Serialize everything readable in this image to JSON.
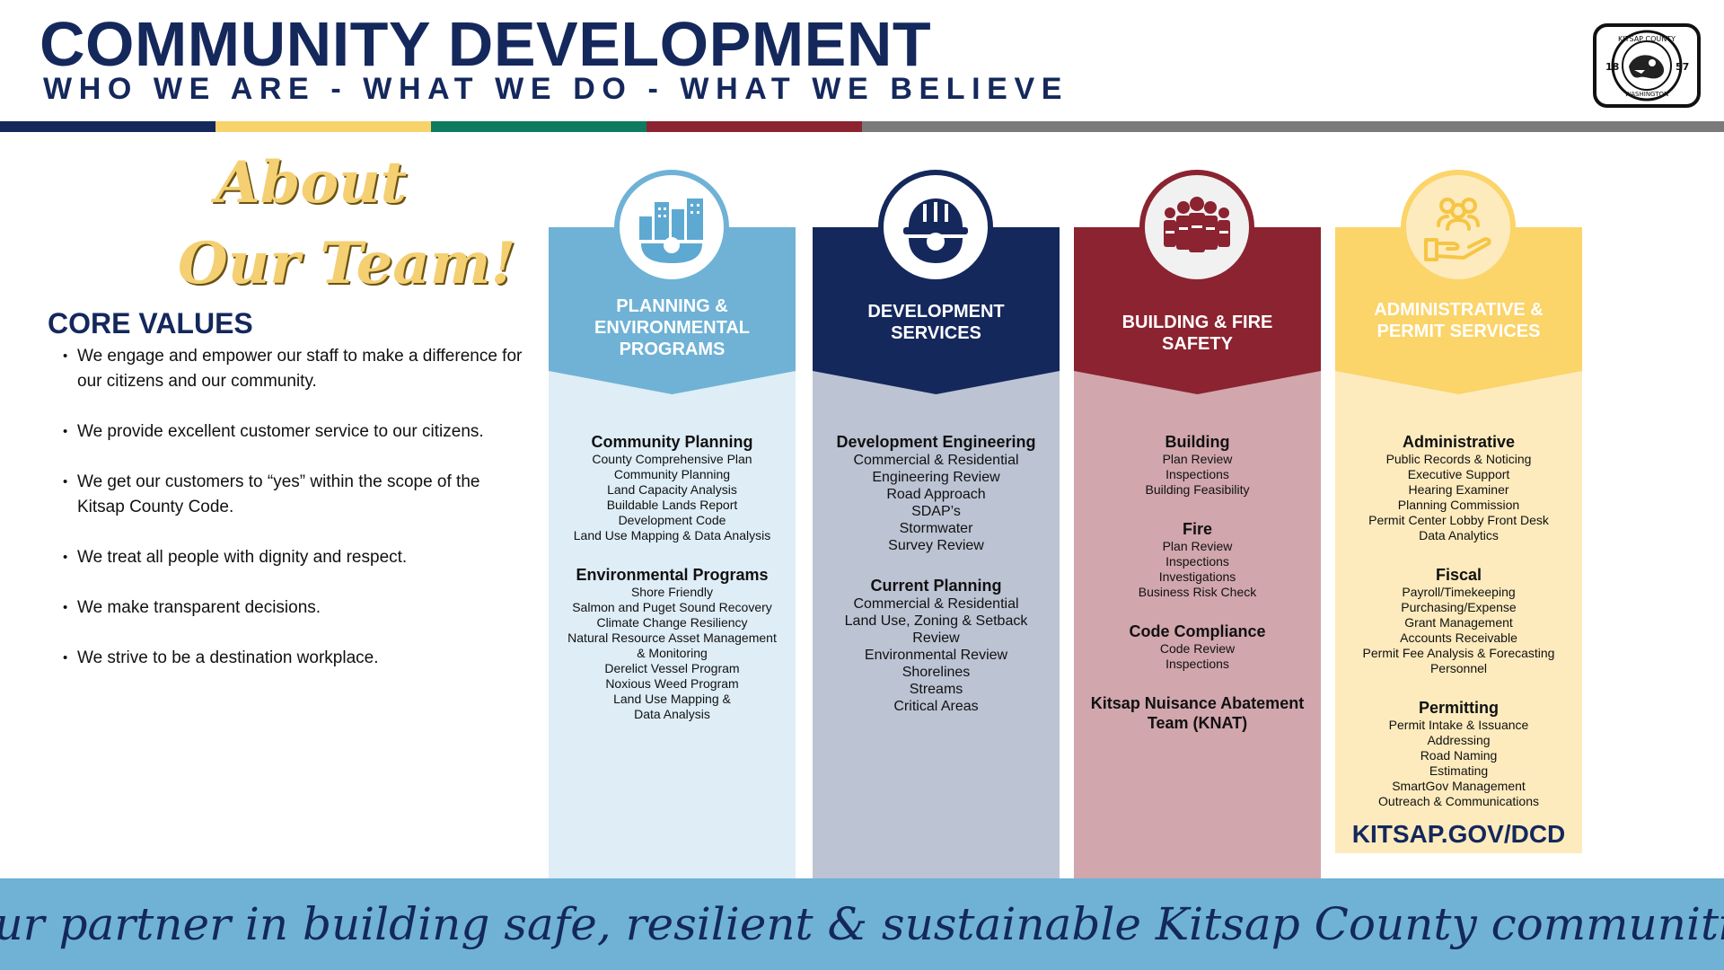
{
  "header": {
    "title": "COMMUNITY DEVELOPMENT",
    "subtitle": "WHO WE ARE - WHAT WE DO - WHAT WE BELIEVE",
    "stripe_colors": [
      "#14285c",
      "#f8d26a",
      "#0e7a5f",
      "#8b2330",
      "#7a7a7a"
    ],
    "logo": {
      "icon": "kitsap-county-seal-icon",
      "text_top": "KITSAP COUNTY",
      "text_bottom": "WASHINGTON",
      "year_left": "18",
      "year_right": "57"
    }
  },
  "about": {
    "line1": "About",
    "line2": "Our Team!"
  },
  "core_values": {
    "title": "CORE VALUES",
    "items": [
      "We engage and empower our staff to make a difference for our citizens and our community.",
      "We provide excellent customer service to our citizens.",
      "We get our customers to “yes” within the scope of the Kitsap County Code.",
      "We treat all people with dignity and respect.",
      "We make transparent decisions.",
      "We strive to be a destination workplace."
    ]
  },
  "columns": [
    {
      "title": "PLANNING & ENVIRONMENTAL PROGRAMS",
      "icon": "city-gear-icon",
      "header_color": "#6fb2d6",
      "body_color": "#deedf6",
      "sections": [
        {
          "heading": "Community Planning",
          "items": [
            "County Comprehensive Plan",
            "Community Planning",
            "Land Capacity Analysis",
            "Buildable Lands Report",
            "Development Code",
            "Land Use Mapping & Data Analysis"
          ]
        },
        {
          "heading": "Environmental Programs",
          "items": [
            "Shore Friendly",
            "Salmon and Puget Sound Recovery",
            "Climate Change Resiliency",
            "Natural Resource Asset Management",
            "& Monitoring",
            "Derelict Vessel Program",
            "Noxious Weed Program",
            "Land Use Mapping &",
            "Data Analysis"
          ]
        }
      ]
    },
    {
      "title": "DEVELOPMENT SERVICES",
      "icon": "hardhat-gear-icon",
      "header_color": "#14285c",
      "body_color": "#bcc3d3",
      "sections": [
        {
          "heading": "Development Engineering",
          "items": [
            "Commercial & Residential",
            "Engineering Review",
            "Road Approach",
            "SDAP’s",
            "Stormwater",
            "Survey Review"
          ]
        },
        {
          "heading": "Current Planning",
          "items": [
            "Commercial & Residential",
            "Land Use, Zoning & Setback",
            "Review",
            "Environmental Review",
            "Shorelines",
            "Streams",
            "Critical Areas"
          ]
        }
      ]
    },
    {
      "title": "BUILDING & FIRE SAFETY",
      "icon": "workers-group-icon",
      "header_color": "#8b2330",
      "body_color": "#d1a6ad",
      "sections": [
        {
          "heading": "Building",
          "items": [
            "Plan Review",
            "Inspections",
            "Building Feasibility"
          ]
        },
        {
          "heading": "Fire",
          "items": [
            "Plan Review",
            "Inspections",
            "Investigations",
            "Business Risk Check"
          ]
        },
        {
          "heading": "Code Compliance",
          "items": [
            "Code Review",
            "Inspections"
          ]
        },
        {
          "heading": "Kitsap Nuisance Abatement Team (KNAT)",
          "items": []
        }
      ]
    },
    {
      "title": "ADMINISTRATIVE & PERMIT SERVICES",
      "icon": "people-hand-icon",
      "header_color": "#fbd46a",
      "body_color": "#fdebbd",
      "sections": [
        {
          "heading": "Administrative",
          "items": [
            "Public Records & Noticing",
            "Executive Support",
            "Hearing Examiner",
            "Planning Commission",
            "Permit Center Lobby Front Desk",
            "Data Analytics"
          ]
        },
        {
          "heading": "Fiscal",
          "items": [
            "Payroll/Timekeeping",
            "Purchasing/Expense",
            "Grant Management",
            "Accounts Receivable",
            "Permit Fee Analysis & Forecasting",
            "Personnel"
          ]
        },
        {
          "heading": "Permitting",
          "items": [
            "Permit Intake & Issuance",
            "Addressing",
            "Road Naming",
            "Estimating",
            "SmartGov Management",
            "Outreach & Communications"
          ]
        }
      ]
    }
  ],
  "website": "KITSAP.GOV/DCD",
  "footer": {
    "tagline": "Your partner in building safe, resilient & sustainable Kitsap County communities",
    "background": "#6fb2d6"
  }
}
